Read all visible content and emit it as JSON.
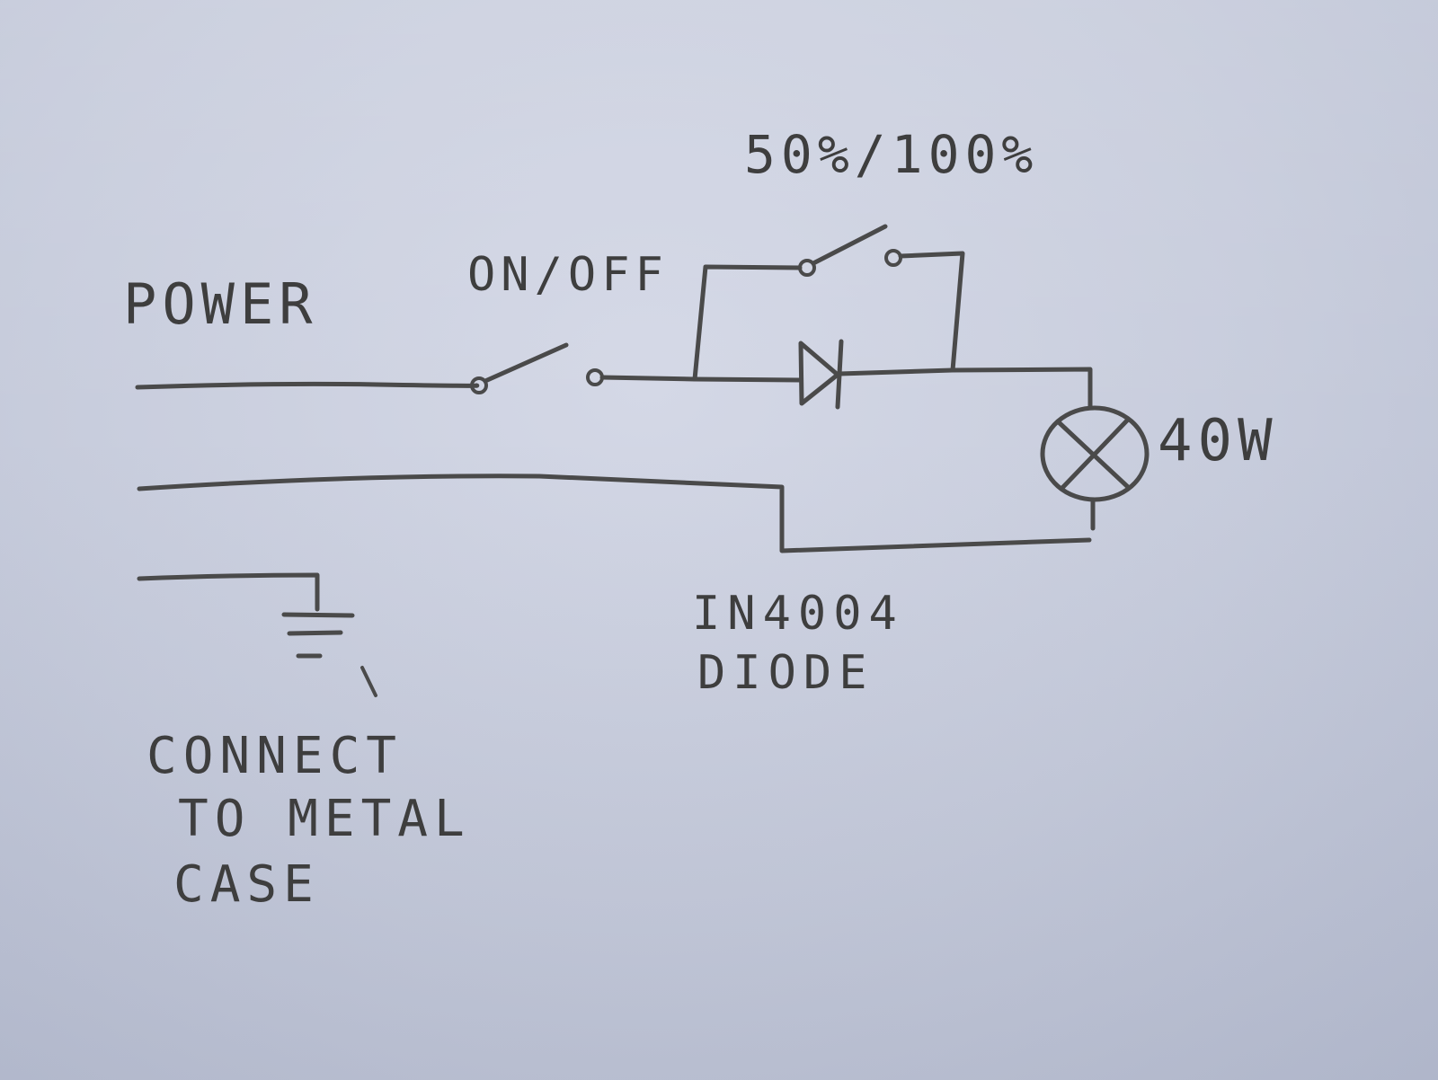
{
  "labels": {
    "power": "POWER",
    "on_off_switch": "ON/OFF",
    "mode_switch": "50%/100%",
    "lamp": "40W",
    "diode_line1": "IN4004",
    "diode_line2": "DIODE",
    "ground_line1": "CONNECT",
    "ground_line2": "TO METAL",
    "ground_line3": "CASE"
  },
  "components": {
    "power_input": "power-input",
    "on_off_switch": "switch",
    "bypass_switch": "switch",
    "diode": "diode",
    "lamp": "lamp",
    "ground": "ground"
  },
  "colors": {
    "ink": "#4a4a4a",
    "paper": "#c9cede"
  }
}
